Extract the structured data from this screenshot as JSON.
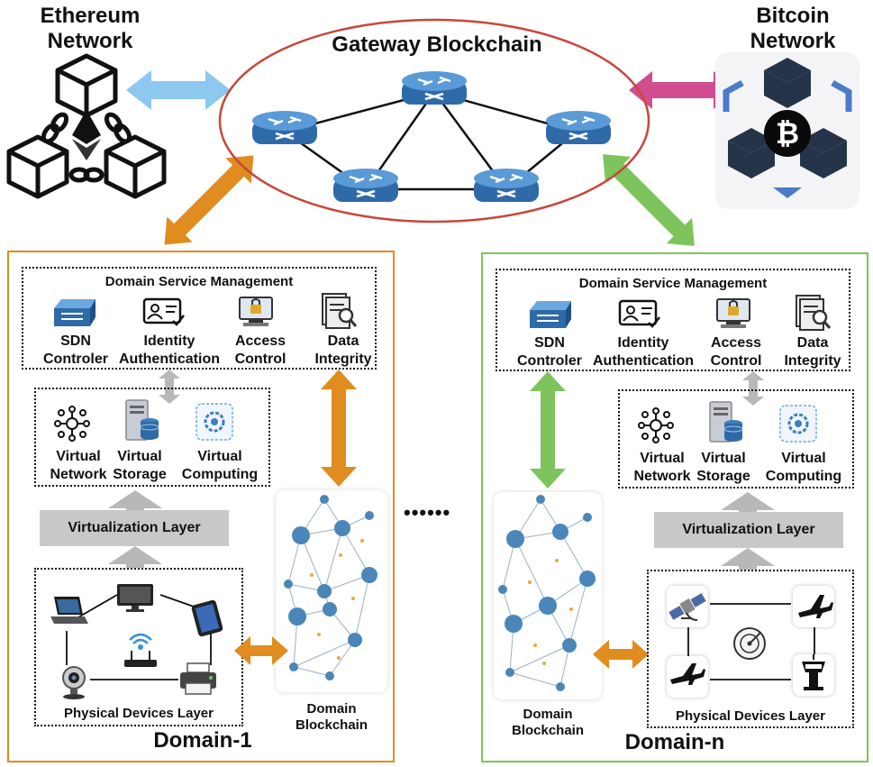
{
  "gateway": {
    "title": "Gateway Blockchain"
  },
  "ethereum": {
    "title_line1": "Ethereum",
    "title_line2": "Network"
  },
  "bitcoin": {
    "title_line1": "Bitcoin",
    "title_line2": "Network"
  },
  "ellipsis": "••••••",
  "domain1": {
    "name": "Domain-1",
    "service_title": "Domain Service Management",
    "services": [
      {
        "line1": "SDN",
        "line2": "Controler"
      },
      {
        "line1": "Identity",
        "line2": "Authentication"
      },
      {
        "line1": "Access",
        "line2": "Control"
      },
      {
        "line1": "Data",
        "line2": "Integrity"
      }
    ],
    "virtual": [
      {
        "line1": "Virtual",
        "line2": "Network"
      },
      {
        "line1": "Virtual",
        "line2": "Storage"
      },
      {
        "line1": "Virtual",
        "line2": "Computing"
      }
    ],
    "virt_layer": "Virtualization Layer",
    "phys_layer": "Physical Devices Layer",
    "chain_line1": "Domain",
    "chain_line2": "Blockchain"
  },
  "domainn": {
    "name": "Domain-n",
    "service_title": "Domain Service Management",
    "services": [
      {
        "line1": "SDN",
        "line2": "Controler"
      },
      {
        "line1": "Identity",
        "line2": "Authentication"
      },
      {
        "line1": "Access",
        "line2": "Control"
      },
      {
        "line1": "Data",
        "line2": "Integrity"
      }
    ],
    "virtual": [
      {
        "line1": "Virtual",
        "line2": "Network"
      },
      {
        "line1": "Virtual",
        "line2": "Storage"
      },
      {
        "line1": "Virtual",
        "line2": "Computing"
      }
    ],
    "virt_layer": "Virtualization Layer",
    "phys_layer": "Physical Devices Layer",
    "chain_line1": "Domain",
    "chain_line2": "Blockchain"
  },
  "colors": {
    "orange": "#e08c1e",
    "green": "#7dc45c",
    "light_blue": "#8cc8f0",
    "pink": "#d04d90",
    "ellipse_red": "#c8463c",
    "router_blue": "#3a7fc0",
    "node_blue": "#4a86b8",
    "cube_navy": "#26344a",
    "btc_blue": "#4a7cc8"
  },
  "icons": [
    "router-icon",
    "ethereum-icon",
    "bitcoin-icon",
    "switch-icon",
    "id-card-icon",
    "access-lock-icon",
    "data-integrity-icon",
    "network-icon",
    "server-icon",
    "compute-icon",
    "tv-icon",
    "laptop-icon",
    "tablet-icon",
    "wifi-router-icon",
    "webcam-icon",
    "printer-icon",
    "satellite-icon",
    "airplane-icon",
    "radar-icon",
    "control-tower-icon"
  ]
}
